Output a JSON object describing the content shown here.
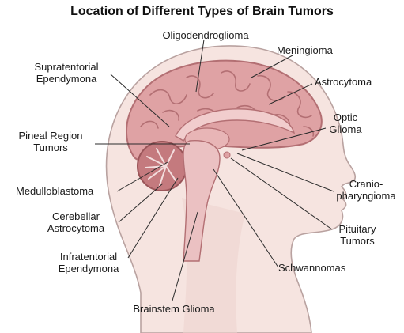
{
  "title": "Location of Different Types of Brain Tumors",
  "labels": {
    "oligodendroglioma": "Oligodendroglioma",
    "meningioma": "Meningioma",
    "supratentorial": [
      "Supratentorial",
      "Ependymona"
    ],
    "astrocytoma": "Astrocytoma",
    "optic": [
      "Optic",
      "Glioma"
    ],
    "pineal": [
      "Pineal Region",
      "Tumors"
    ],
    "medulloblastoma": "Medulloblastoma",
    "cranio": [
      "Cranio-",
      "pharyngioma"
    ],
    "cerebellar": [
      "Cerebellar",
      "Astrocytoma"
    ],
    "pituitary": [
      "Pituitary",
      "Tumors"
    ],
    "infratentorial": [
      "Infratentorial",
      "Ependymona"
    ],
    "schwannomas": "Schwannomas",
    "brainstem": "Brainstem Glioma"
  },
  "colors": {
    "skin": "#f6e4e0",
    "skin_outline": "#b9a2a0",
    "brain": "#dfa2a4",
    "brain_dark": "#b36f73",
    "cerebellum": "#c47a7e",
    "leader": "#2b2b2b"
  }
}
